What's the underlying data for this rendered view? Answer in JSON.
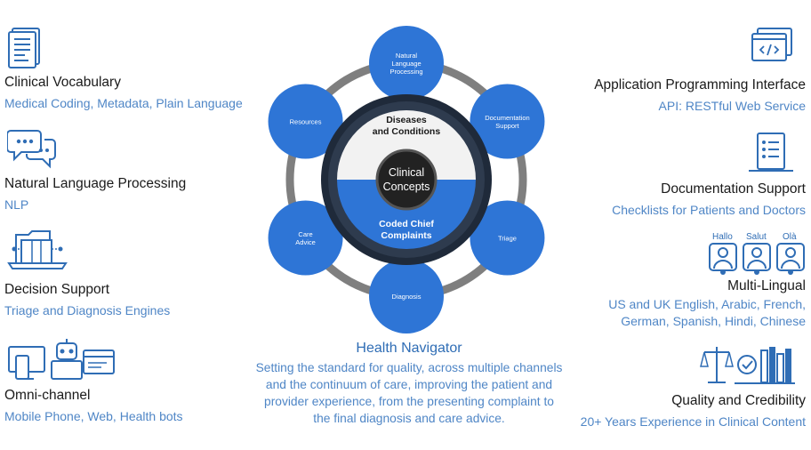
{
  "features_left": [
    {
      "title": "Clinical Vocabulary",
      "subtitle": "Medical Coding, Metadata, Plain Language",
      "icon": "document-list-icon"
    },
    {
      "title": "Natural Language Processing",
      "subtitle": "NLP",
      "icon": "chat-bubbles-icon"
    },
    {
      "title": "Decision Support",
      "subtitle": "Triage and Diagnosis Engines",
      "icon": "folders-laptop-icon"
    },
    {
      "title": "Omni-channel",
      "subtitle": "Mobile Phone, Web, Health bots",
      "icon": "devices-robot-icon"
    }
  ],
  "features_right": [
    {
      "title": "Application Programming Interface",
      "subtitle": "API: RESTful Web Service",
      "icon": "code-window-icon"
    },
    {
      "title": "Documentation Support",
      "subtitle": "Checklists for Patients and Doctors",
      "icon": "checklist-document-icon"
    },
    {
      "title": "Multi-Lingual",
      "subtitle_lines": [
        "US and UK English, Arabic, French,",
        "German, Spanish, Hindi, Chinese"
      ],
      "icon": "people-speaking-icon",
      "greetings": [
        "Hallo",
        "Salut",
        "Olà"
      ]
    },
    {
      "title": "Quality and Credibility",
      "subtitle": "20+ Years Experience in Clinical Content",
      "icon": "scales-books-icon"
    }
  ],
  "diagram": {
    "outer_nodes": [
      "Natural Language Processing",
      "Documentation Support",
      "Triage",
      "Diagnosis",
      "Care Advice",
      "Resources"
    ],
    "upper_label": [
      "Diseases",
      "and Conditions"
    ],
    "core_label": [
      "Clinical",
      "Concepts"
    ],
    "lower_label": [
      "Coded Chief",
      "Complaints"
    ],
    "colors": {
      "node": "#2e75d6",
      "ring": "#7f7f7f",
      "dark_ring": "#1f2a3a",
      "upper_fill": "#f2f2f2",
      "lower_fill": "#2e75d6",
      "core": "#222222"
    }
  },
  "center": {
    "title": "Health Navigator",
    "lines": [
      "Setting the standard for quality, across multiple channels",
      "and the continuum of care, improving the patient and",
      "provider experience, from the presenting complaint to",
      "the final diagnosis and care advice."
    ]
  }
}
